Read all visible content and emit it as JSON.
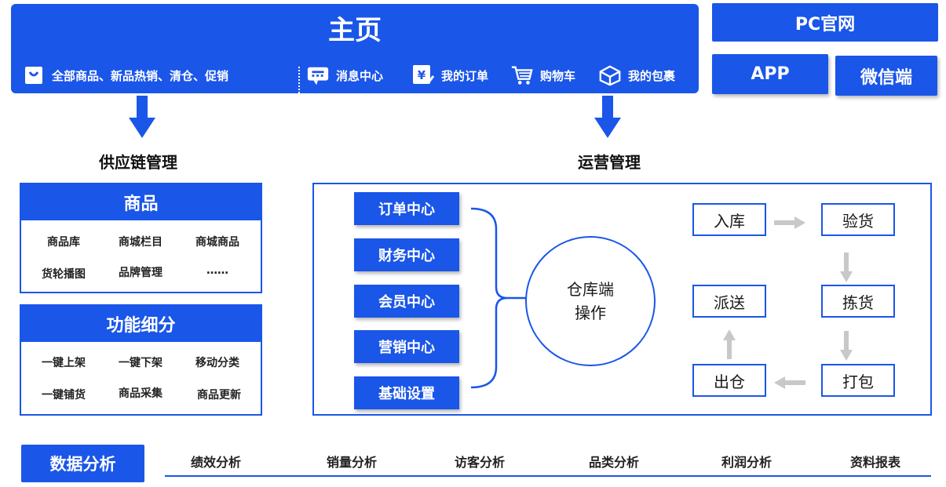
{
  "header": {
    "title": "主页",
    "nav": {
      "catalog": "全部商品、新品热销、清仓、促销",
      "messages": "消息中心",
      "orders": "我的订单",
      "cart": "购物车",
      "packages": "我的包裹"
    },
    "platforms": {
      "pc": "PC官网",
      "app": "APP",
      "wechat": "微信端"
    }
  },
  "supply_chain": {
    "title": "供应链管理",
    "products": {
      "title": "商品",
      "items": [
        "商品库",
        "商城栏目",
        "商城商品",
        "货轮播图",
        "品牌管理",
        "……"
      ]
    },
    "features": {
      "title": "功能细分",
      "items": [
        "一键上架",
        "一键下架",
        "移动分类",
        "一键铺货",
        "商品采集",
        "商品更新"
      ]
    }
  },
  "operations": {
    "title": "运营管理",
    "centers": [
      "订单中心",
      "财务中心",
      "会员中心",
      "营销中心",
      "基础设置"
    ],
    "warehouse": {
      "line1": "仓库端",
      "line2": "操作"
    },
    "flow": {
      "inbound": "入库",
      "inspect": "验货",
      "pick": "拣货",
      "pack": "打包",
      "outbound": "出仓",
      "deliver": "派送"
    }
  },
  "data_analysis": {
    "title": "数据分析",
    "items": [
      "绩效分析",
      "销量分析",
      "访客分析",
      "品类分析",
      "利润分析",
      "资料报表"
    ]
  },
  "colors": {
    "accent": "#1a56e8",
    "flow_arrow": "#c8c8c8"
  },
  "icons": [
    "shopping-bag-icon",
    "chat-icon",
    "order-icon",
    "cart-icon",
    "package-icon",
    "down-arrow-icon",
    "flow-arrow-icon"
  ]
}
